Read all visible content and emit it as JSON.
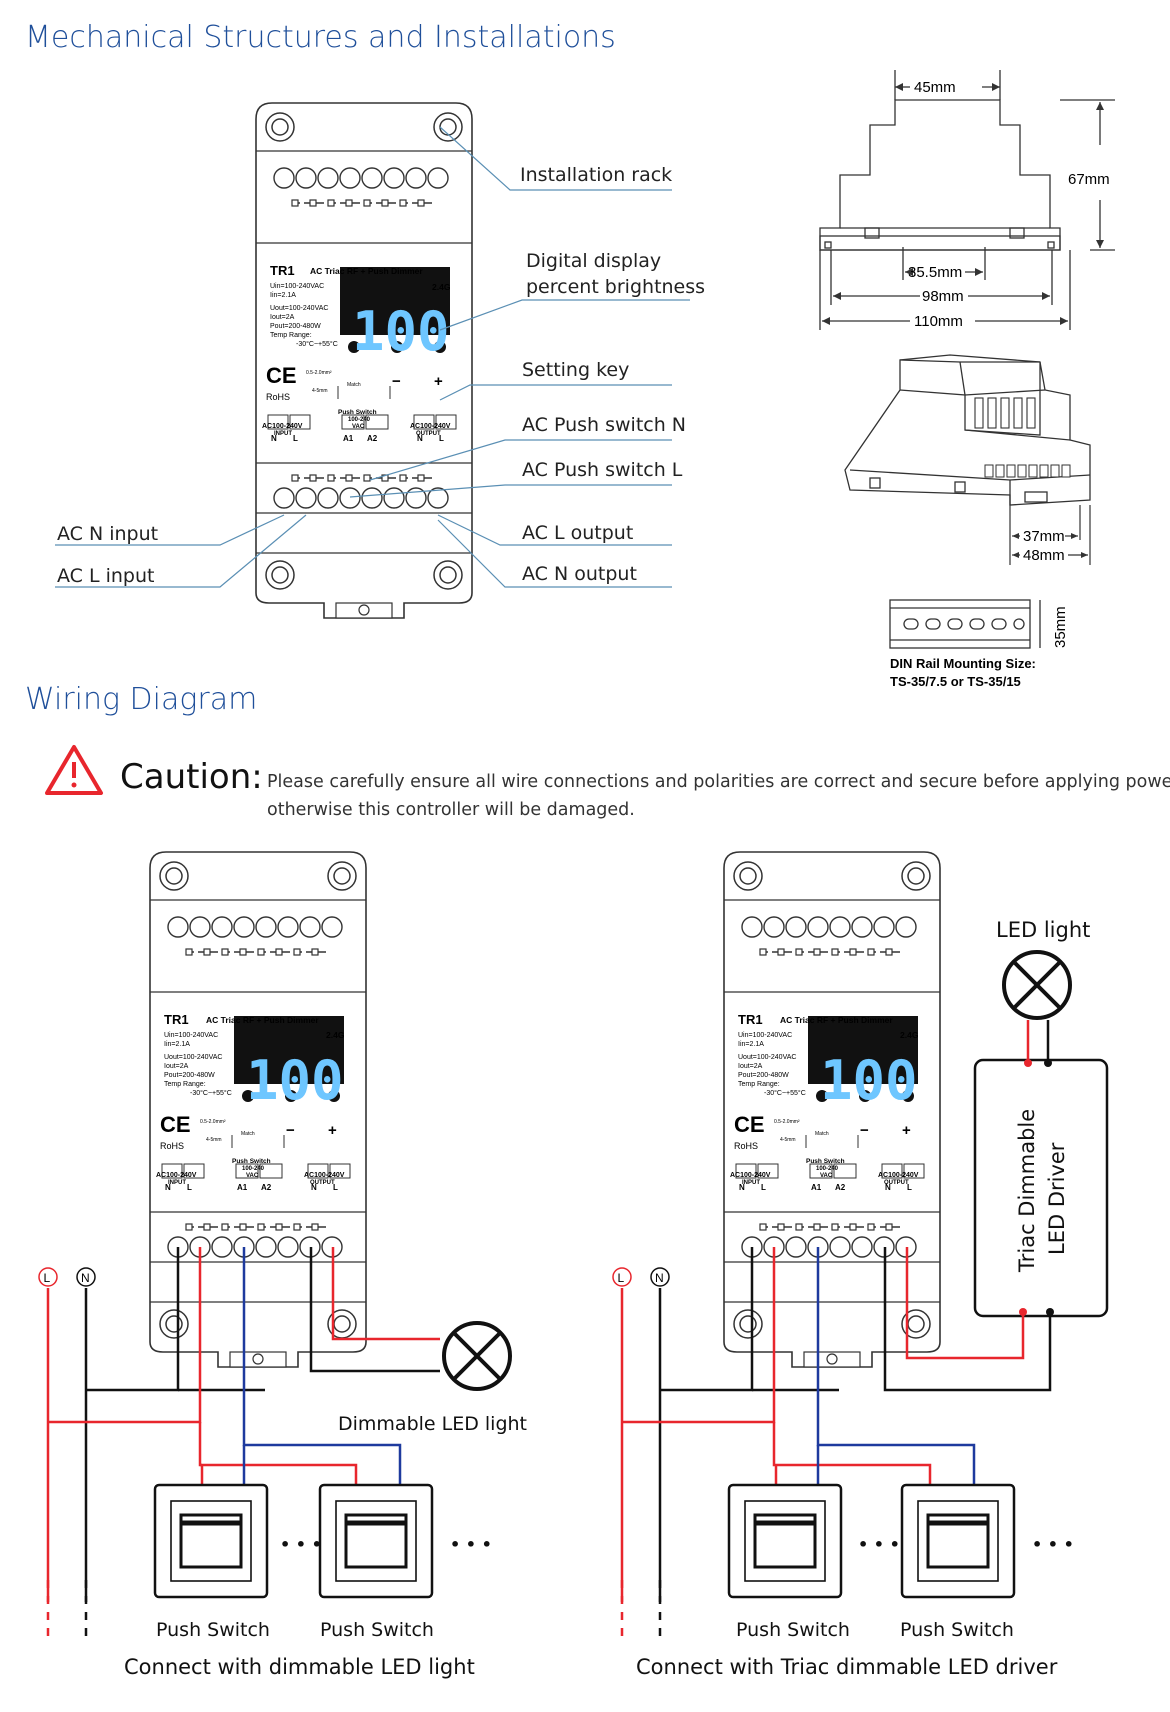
{
  "headings": {
    "mechanical": "Mechanical Structures and Installations",
    "wiring": "Wiring Diagram"
  },
  "callouts": {
    "installation_rack": "Installation rack",
    "digital_display_1": "Digital display",
    "digital_display_2": "percent brightness",
    "setting_key": "Setting key",
    "ac_push_switch_n": "AC Push switch N",
    "ac_push_switch_l": "AC Push switch L",
    "ac_l_output": "AC L output",
    "ac_n_output": "AC N output",
    "ac_n_input": "AC N input",
    "ac_l_input": "AC L input"
  },
  "device": {
    "model": "TR1",
    "name": "AC Triac RF + Push Dimmer",
    "band": "2.4G",
    "uin": "Uin=100-240VAC",
    "iin": "Iin=2.1A",
    "uout": "Uout=100-240VAC",
    "iout": "Iout=2A",
    "pout": "Pout=200-480W",
    "temp_range": "Temp Range:",
    "temp_values": "-30°C~+55°C",
    "display_value": "100",
    "ce": "CE",
    "rohs": "RoHS",
    "wire_spec": "0.5-2.0mm²",
    "strip_len": "4-5mm",
    "match": "Match",
    "minus": "−",
    "plus": "+",
    "input_label_1": "AC100-240V",
    "input_label_2": "INPUT",
    "push_switch_label": "Push Switch",
    "push_switch_volt": "100-240",
    "push_switch_vac": "VAC",
    "output_label_1": "AC100-240V",
    "output_label_2": "OUTPUT",
    "term_n": "N",
    "term_l": "L",
    "term_a1": "A1",
    "term_a2": "A2"
  },
  "dimensions": {
    "width_45": "45mm",
    "height_67": "67mm",
    "inner_35_5": "35.5mm",
    "width_98": "98mm",
    "width_110": "110mm",
    "depth_37": "37mm",
    "depth_48": "48mm",
    "rail_35": "35mm",
    "din_1": "DIN Rail Mounting Size:",
    "din_2": "TS-35/7.5 or TS-35/15"
  },
  "caution": {
    "title": "Caution:",
    "line1": "Please carefully ensure all wire connections and polarities are correct and secure before applying power,",
    "line2": "otherwise this controller will be damaged."
  },
  "wiring_left": {
    "l_symbol": "L",
    "n_symbol": "N",
    "light_label": "Dimmable LED light",
    "switch1": "Push Switch",
    "switch2": "Push Switch",
    "ellipsis": "• • •",
    "caption": "Connect with dimmable LED light"
  },
  "wiring_right": {
    "l_symbol": "L",
    "n_symbol": "N",
    "light_label": "LED light",
    "driver_1": "Triac Dimmable",
    "driver_2": "LED Driver",
    "switch1": "Push Switch",
    "switch2": "Push Switch",
    "ellipsis": "• • •",
    "caption": "Connect with Triac dimmable LED driver"
  },
  "colors": {
    "heading": "#1f4f9a",
    "callout_line": "#5a8fb4",
    "live_wire": "#e8262d",
    "neutral_wire": "#111111",
    "switch_wire": "#1e3a9e",
    "display_bg": "#111111",
    "display_digits": "#6ec6ff",
    "caution_red": "#e8262d"
  }
}
